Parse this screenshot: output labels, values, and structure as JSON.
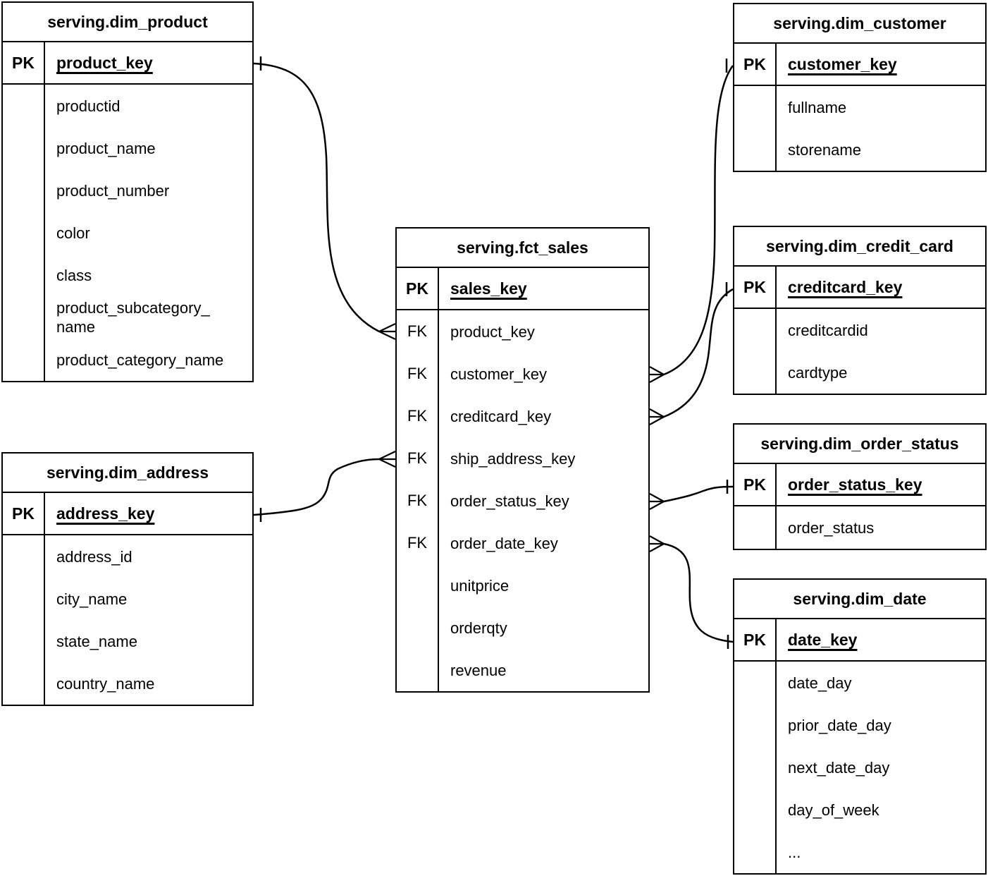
{
  "colors": {
    "stroke": "#000000",
    "background": "#ffffff",
    "text": "#000000"
  },
  "notation": {
    "many_marker": "crow-foot",
    "one_marker": "tick"
  },
  "tables": {
    "dim_product": {
      "title": "serving.dim_product",
      "pk": {
        "badge": "PK",
        "name": "product_key"
      },
      "rows": [
        {
          "badge": "",
          "name": "productid"
        },
        {
          "badge": "",
          "name": "product_name"
        },
        {
          "badge": "",
          "name": "product_number"
        },
        {
          "badge": "",
          "name": "color"
        },
        {
          "badge": "",
          "name": "class"
        },
        {
          "badge": "",
          "name": "product_subcategory_\nname"
        },
        {
          "badge": "",
          "name": "product_category_name"
        }
      ]
    },
    "dim_customer": {
      "title": "serving.dim_customer",
      "pk": {
        "badge": "PK",
        "name": "customer_key"
      },
      "rows": [
        {
          "badge": "",
          "name": "fullname"
        },
        {
          "badge": "",
          "name": "storename"
        }
      ]
    },
    "fct_sales": {
      "title": "serving.fct_sales",
      "pk": {
        "badge": "PK",
        "name": "sales_key"
      },
      "rows": [
        {
          "badge": "FK",
          "name": "product_key"
        },
        {
          "badge": "FK",
          "name": "customer_key"
        },
        {
          "badge": "FK",
          "name": "creditcard_key"
        },
        {
          "badge": "FK",
          "name": "ship_address_key"
        },
        {
          "badge": "FK",
          "name": "order_status_key"
        },
        {
          "badge": "FK",
          "name": "order_date_key"
        },
        {
          "badge": "",
          "name": "unitprice"
        },
        {
          "badge": "",
          "name": "orderqty"
        },
        {
          "badge": "",
          "name": "revenue"
        }
      ]
    },
    "dim_credit_card": {
      "title": "serving.dim_credit_card",
      "pk": {
        "badge": "PK",
        "name": "creditcard_key"
      },
      "rows": [
        {
          "badge": "",
          "name": "creditcardid"
        },
        {
          "badge": "",
          "name": "cardtype"
        }
      ]
    },
    "dim_order_status": {
      "title": "serving.dim_order_status",
      "pk": {
        "badge": "PK",
        "name": "order_status_key"
      },
      "rows": [
        {
          "badge": "",
          "name": "order_status"
        }
      ]
    },
    "dim_date": {
      "title": "serving.dim_date",
      "pk": {
        "badge": "PK",
        "name": "date_key"
      },
      "rows": [
        {
          "badge": "",
          "name": "date_day"
        },
        {
          "badge": "",
          "name": "prior_date_day"
        },
        {
          "badge": "",
          "name": "next_date_day"
        },
        {
          "badge": "",
          "name": "day_of_week"
        },
        {
          "badge": "",
          "name": "..."
        }
      ]
    },
    "dim_address": {
      "title": "serving.dim_address",
      "pk": {
        "badge": "PK",
        "name": "address_key"
      },
      "rows": [
        {
          "badge": "",
          "name": "address_id"
        },
        {
          "badge": "",
          "name": "city_name"
        },
        {
          "badge": "",
          "name": "state_name"
        },
        {
          "badge": "",
          "name": "country_name"
        }
      ]
    }
  },
  "relationships": [
    {
      "fact_table": "serving.fct_sales",
      "fact_field": "product_key",
      "fact_end": "many",
      "dim_table": "serving.dim_product",
      "dim_field": "product_key",
      "dim_end": "one"
    },
    {
      "fact_table": "serving.fct_sales",
      "fact_field": "customer_key",
      "fact_end": "many",
      "dim_table": "serving.dim_customer",
      "dim_field": "customer_key",
      "dim_end": "one"
    },
    {
      "fact_table": "serving.fct_sales",
      "fact_field": "creditcard_key",
      "fact_end": "many",
      "dim_table": "serving.dim_credit_card",
      "dim_field": "creditcard_key",
      "dim_end": "one"
    },
    {
      "fact_table": "serving.fct_sales",
      "fact_field": "ship_address_key",
      "fact_end": "many",
      "dim_table": "serving.dim_address",
      "dim_field": "address_key",
      "dim_end": "one"
    },
    {
      "fact_table": "serving.fct_sales",
      "fact_field": "order_status_key",
      "fact_end": "many",
      "dim_table": "serving.dim_order_status",
      "dim_field": "order_status_key",
      "dim_end": "one"
    },
    {
      "fact_table": "serving.fct_sales",
      "fact_field": "order_date_key",
      "fact_end": "many",
      "dim_table": "serving.dim_date",
      "dim_field": "date_key",
      "dim_end": "one"
    }
  ]
}
